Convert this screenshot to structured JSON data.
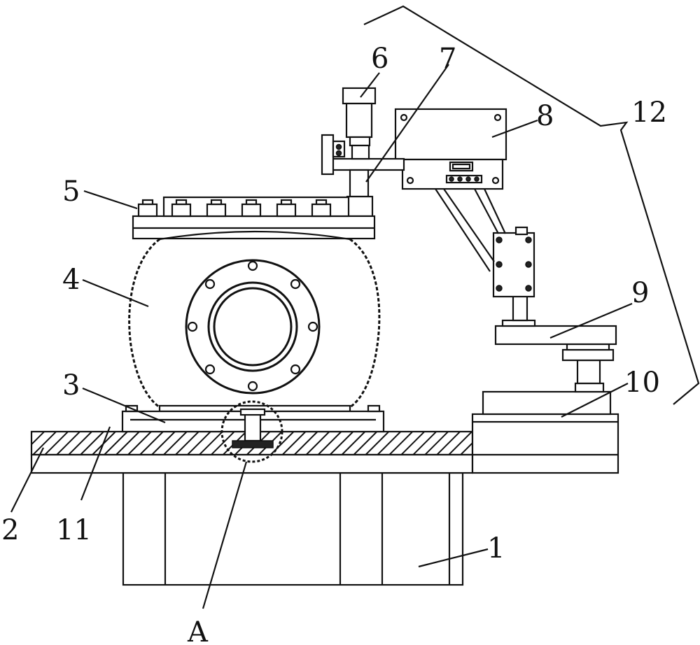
{
  "labels": {
    "l1": "1",
    "l2": "2",
    "l3": "3",
    "l4": "4",
    "l5": "5",
    "l6": "6",
    "l7": "7",
    "l8": "8",
    "l9": "9",
    "l10": "10",
    "l11": "11",
    "l12": "12",
    "lA": "A"
  },
  "colors": {
    "stroke": "#111111",
    "background": "#ffffff"
  }
}
